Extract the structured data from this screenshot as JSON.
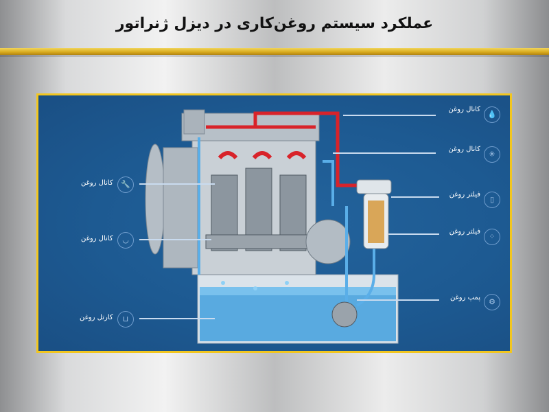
{
  "title": "عملکرد سیستم روغن‌کاری در دیزل ژنراتور",
  "colors": {
    "frame_border": "#f2c61f",
    "panel": "#1d5a92",
    "oil_hot": "#d8232a",
    "oil_cool": "#5aaee8"
  },
  "labels_right": [
    {
      "text": "کانال روغن",
      "icon": "oil-drop-icon"
    },
    {
      "text": "کانال روغن",
      "icon": "snowflake-icon"
    },
    {
      "text": "فیلتر روغن",
      "icon": "filter-cartridge-icon"
    },
    {
      "text": "فیلتر روغن",
      "icon": "particles-icon"
    },
    {
      "text": "پمپ روغن",
      "icon": "gear-icon"
    }
  ],
  "labels_left": [
    {
      "text": "کانال روغن",
      "icon": "wrench-icon"
    },
    {
      "text": "کانال روغن",
      "icon": "oil-tray-icon"
    },
    {
      "text": "کارتل روغن",
      "icon": "oil-pan-icon"
    }
  ]
}
